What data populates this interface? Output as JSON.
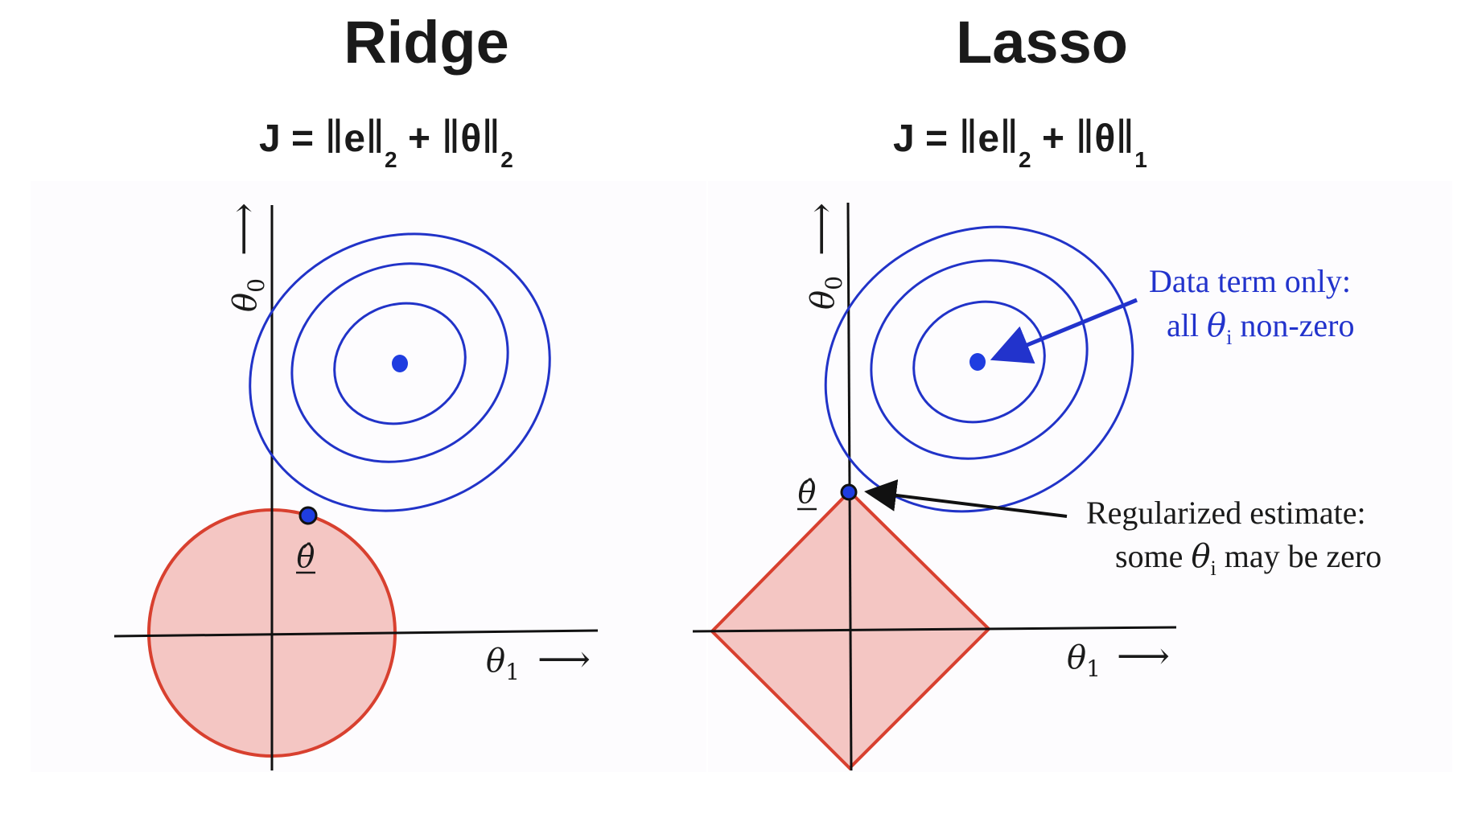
{
  "ridge": {
    "title": "Ridge",
    "formula": {
      "j": "J =",
      "e": "e",
      "sub_e": "2",
      "plus": "+",
      "theta": "θ",
      "sub_theta": "2"
    },
    "axis_y": "θ0",
    "axis_x": "θ1",
    "estimate_label": "θ̂"
  },
  "lasso": {
    "title": "Lasso",
    "formula": {
      "j": "J =",
      "e": "e",
      "sub_e": "2",
      "plus": "+",
      "theta": "θ",
      "sub_theta": "1"
    },
    "axis_y": "θ0",
    "axis_x": "θ1",
    "estimate_label": "θ̂",
    "annotation_data": {
      "line1": "Data term only:",
      "line2_a": "all ",
      "line2_theta": "θ",
      "line2_sub": "i",
      "line2_b": " non-zero"
    },
    "annotation_reg": {
      "line1": "Regularized estimate:",
      "line2_a": "some ",
      "line2_theta": "θ",
      "line2_sub": "i",
      "line2_b": " may be zero"
    }
  },
  "colors": {
    "contour": "#2133c8",
    "constraint_stroke": "#d8402f",
    "constraint_fill": "#f4c6c3",
    "point": "#1f3de0",
    "text": "#1a1a1a",
    "annotation_blue": "#2233cc"
  }
}
